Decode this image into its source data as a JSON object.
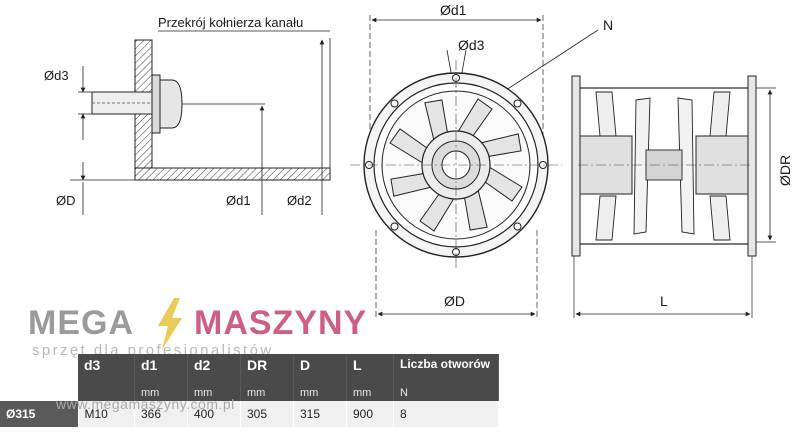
{
  "diagram": {
    "section_caption": "Przekrój kołnierza kanału",
    "side_labels": {
      "d3": "Ød3",
      "D": "ØD",
      "d1": "Ød1",
      "d2": "Ød2"
    },
    "front_labels": {
      "d1": "Ød1",
      "d3": "Ød3",
      "N": "N",
      "D": "ØD"
    },
    "profile_labels": {
      "DR": "ØDR",
      "L": "L"
    }
  },
  "branding": {
    "logo_left": "MEGA",
    "logo_right": "MASZYNY",
    "tagline": "sprzęt dla profesjonalistów",
    "website": "www.megamaszyny.com.pl",
    "colors": {
      "grey": "#9a9a9a",
      "pink": "#cf5f80",
      "gold": "#e8c23a"
    }
  },
  "table": {
    "headers": [
      {
        "label": "d3",
        "unit": ""
      },
      {
        "label": "d1",
        "unit": "mm"
      },
      {
        "label": "d2",
        "unit": "mm"
      },
      {
        "label": "DR",
        "unit": "mm"
      },
      {
        "label": "D",
        "unit": "mm"
      },
      {
        "label": "L",
        "unit": "mm"
      },
      {
        "label": "Liczba otworów",
        "unit": "N"
      }
    ],
    "row": {
      "size": "Ø315",
      "cells": [
        "M10",
        "366",
        "400",
        "305",
        "315",
        "900",
        "8"
      ]
    }
  }
}
